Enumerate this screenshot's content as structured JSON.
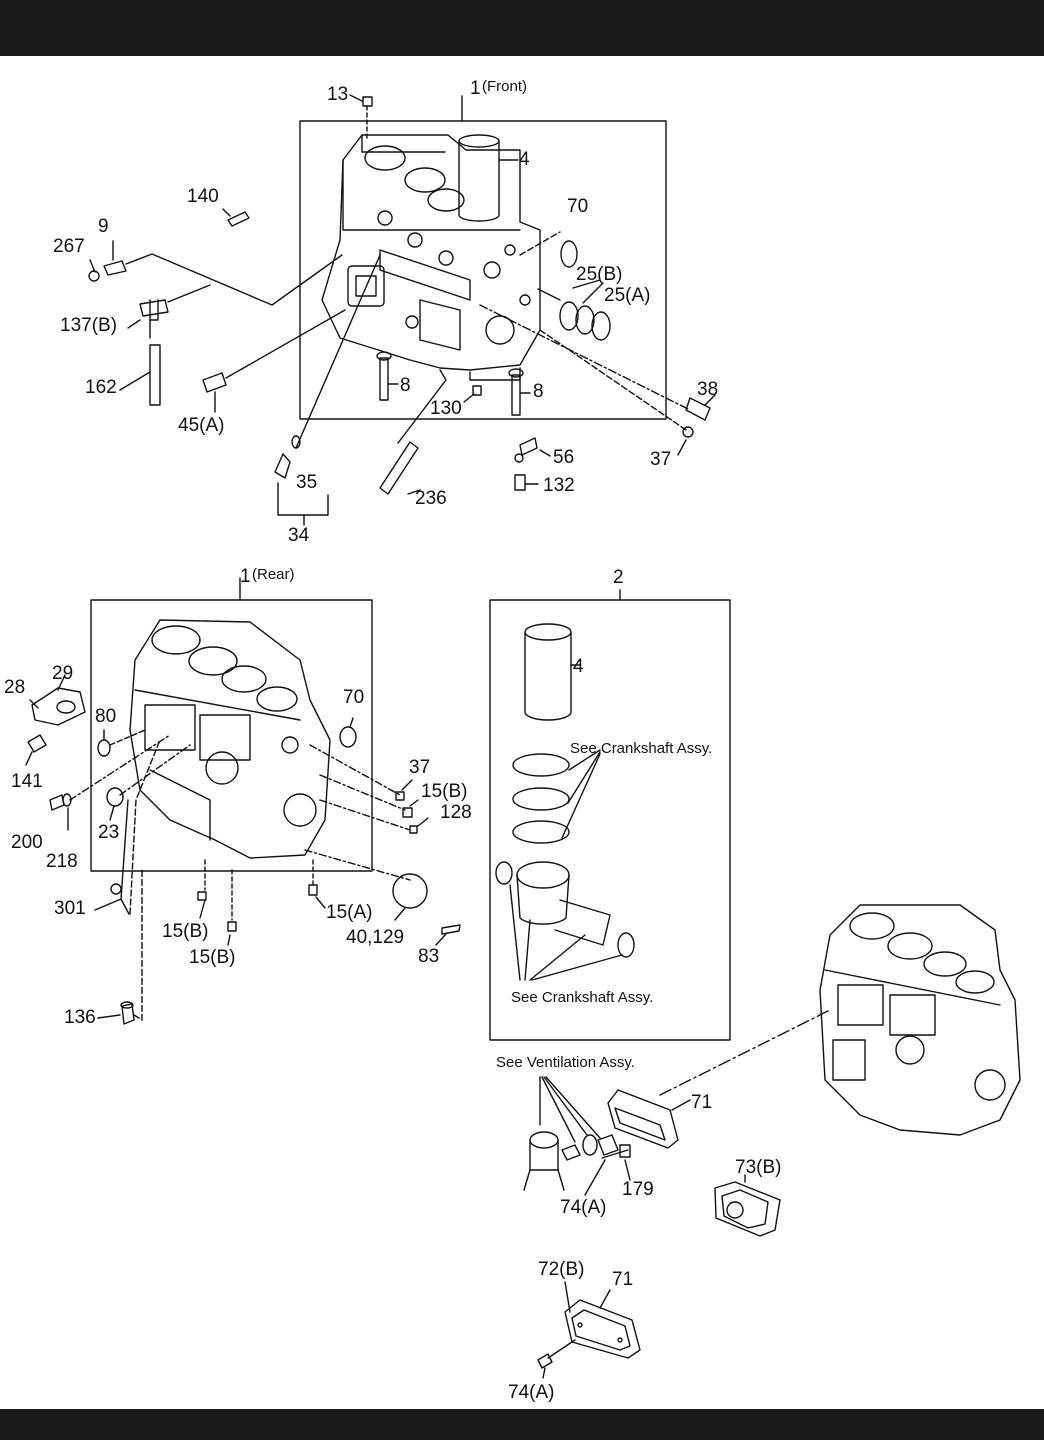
{
  "labels": {
    "l1_front_num": "1",
    "l1_front_sub": "(Front)",
    "l13": "13",
    "l4a": "4",
    "l140": "140",
    "l9": "9",
    "l267": "267",
    "l70a": "70",
    "l25b_a": "25(B)",
    "l25a": "25(A)",
    "l137b": "137(B)",
    "l162": "162",
    "l8a": "8",
    "l8b": "8",
    "l130": "130",
    "l38": "38",
    "l45a": "45(A)",
    "l56": "56",
    "l37a": "37",
    "l35": "35",
    "l132": "132",
    "l236": "236",
    "l34": "34",
    "l1_rear_num": "1",
    "l1_rear_sub": "(Rear)",
    "l2": "2",
    "l28": "28",
    "l29": "29",
    "l80": "80",
    "l70b": "70",
    "l4b": "4",
    "l141": "141",
    "l37b": "37",
    "l15b_a": "15(B)",
    "l128": "128",
    "l200": "200",
    "l23": "23",
    "l218": "218",
    "l301": "301",
    "l15b_b": "15(B)",
    "l15a": "15(A)",
    "l15b_c": "15(B)",
    "l40129": "40,129",
    "l83": "83",
    "l136": "136",
    "l71a": "71",
    "l73b": "73(B)",
    "l179": "179",
    "l74a_a": "74(A)",
    "l72b": "72(B)",
    "l71b": "71",
    "l74a_b": "74(A)"
  },
  "notes": {
    "see_crank_1": "See Crankshaft Assy.",
    "see_crank_2": "See Crankshaft Assy.",
    "see_vent": "See Ventilation Assy."
  },
  "colors": {
    "bar": "#1a1a1a",
    "line": "#111111"
  }
}
